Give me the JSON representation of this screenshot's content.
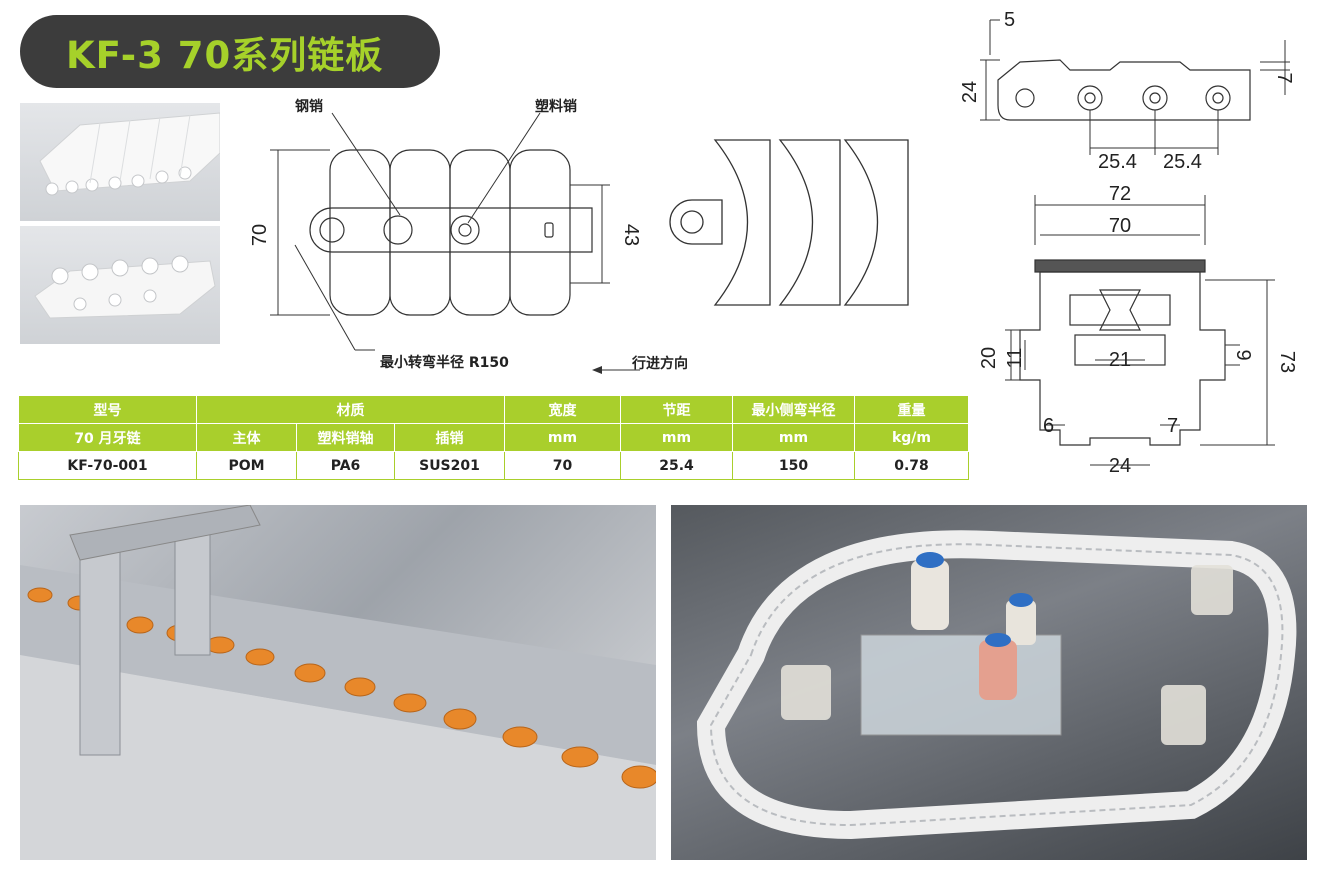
{
  "title": "KF-3 70系列链板",
  "drawing_labels": {
    "steel_pin": "钢销",
    "plastic_pin": "塑料销",
    "min_turn_radius": "最小转弯半径 R150",
    "travel_direction": "行进方向"
  },
  "plan_view_dims": {
    "width": "70",
    "inner": "43"
  },
  "side_view_dims": {
    "offset": "5",
    "height": "24",
    "top": "7",
    "pitch_a": "25.4",
    "pitch_b": "25.4"
  },
  "section_view_dims": {
    "outer_width": "72",
    "width": "70",
    "center": "21",
    "left_h": "20",
    "left_inner": "11",
    "right_small": "9",
    "total_h": "73",
    "foot_l": "6",
    "foot_r": "7",
    "base": "24"
  },
  "table": {
    "header_row1": [
      "型号",
      "材质",
      "宽度",
      "节距",
      "最小侧弯半径",
      "重量"
    ],
    "header_row2": [
      "70 月牙链",
      "主体",
      "塑料销轴",
      "插销",
      "mm",
      "mm",
      "mm",
      "kg/m"
    ],
    "data_row": [
      "KF-70-001",
      "POM",
      "PA6",
      "SUS201",
      "70",
      "25.4",
      "150",
      "0.78"
    ]
  },
  "colors": {
    "accent": "#a9cf2c",
    "title_bg": "#3c3c3c",
    "title_fg": "#a6d12a"
  }
}
